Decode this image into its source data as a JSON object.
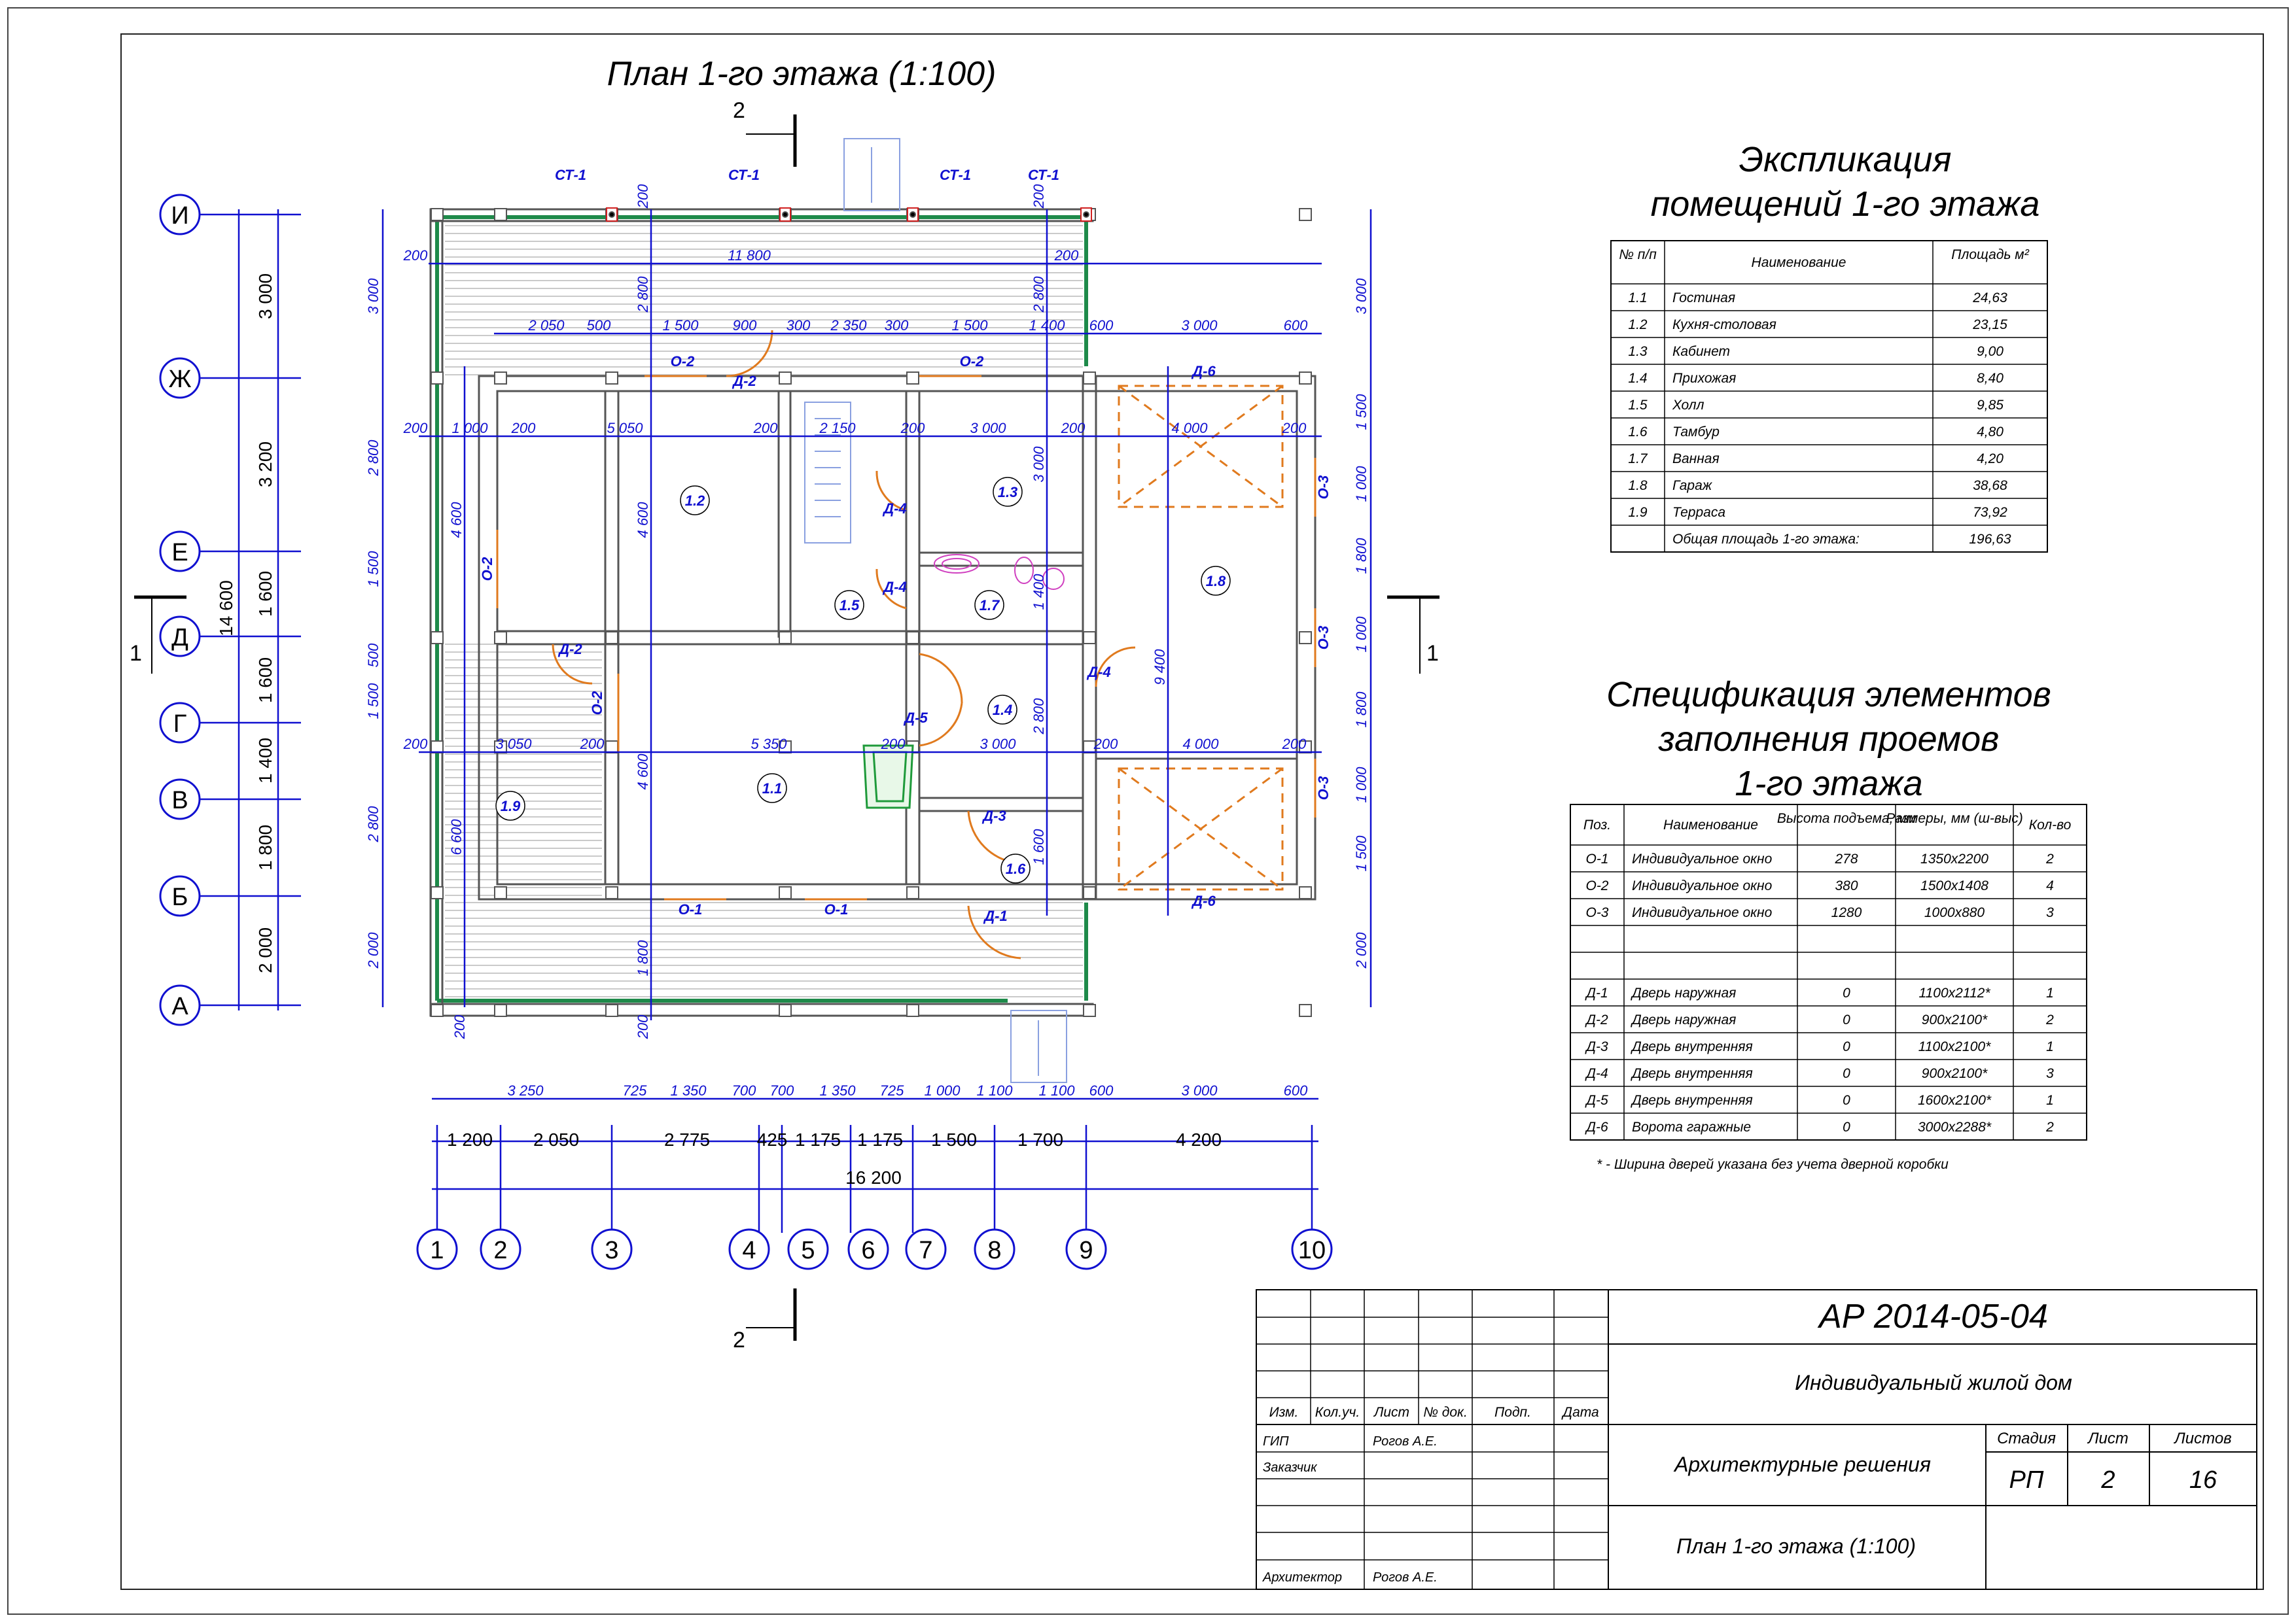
{
  "plan": {
    "title": "План 1-го этажа (1:100)",
    "section_marks": [
      "1",
      "1",
      "2",
      "2"
    ],
    "row_axes": [
      "И",
      "Ж",
      "Е",
      "Д",
      "Г",
      "В",
      "Б",
      "А"
    ],
    "col_axes": [
      "1",
      "2",
      "3",
      "4",
      "5",
      "6",
      "7",
      "8",
      "9",
      "10"
    ],
    "row_spacings": [
      "3 000",
      "3 200",
      "1 600",
      "1 600",
      "1 400",
      "1 800",
      "2 000"
    ],
    "total_height": "14 600",
    "overall_width": "16 200",
    "col_spacings": [
      "1 200",
      "2 050",
      "2 775",
      "425",
      "1 175",
      "1 175",
      "1 500",
      "1 700",
      "4 200"
    ],
    "opening_dims_bottom": [
      "3 250",
      "725",
      "1 350",
      "700",
      "700",
      "1 350",
      "725",
      "1 000",
      "1 100",
      "1 100",
      "600",
      "3 000",
      "600"
    ],
    "inner_dims": {
      "top_width": "11 800",
      "top_200_l": "200",
      "top_200_r": "200",
      "row2": [
        "2 050",
        "500",
        "1 500",
        "900",
        "300",
        "2 350",
        "300",
        "1 500",
        "1 400",
        "600",
        "3 000",
        "600"
      ],
      "row3": [
        "200",
        "1 000",
        "200",
        "5 050",
        "200",
        "2 150",
        "200",
        "3 000",
        "200",
        "4 000",
        "200"
      ],
      "row4": [
        "200",
        "3 050",
        "200",
        "5 350",
        "200",
        "3 000",
        "200",
        "4 000",
        "200"
      ],
      "vert_4600_a": "4 600",
      "vert_4600_b": "4 600",
      "vert_4600_c": "4 600",
      "vert_6600": "6 600",
      "vert_2800_a": "2 800",
      "vert_2800_b": "2 800",
      "vert_2800_c": "2 800",
      "vert_1800": "1 800",
      "vert_3000": "3 000",
      "vert_1400": "1 400",
      "vert_1600": "1 600",
      "vert_9400": "9 400",
      "v200": "200"
    },
    "left_outer_dims": [
      "3 000",
      "2 800",
      "1 500",
      "500",
      "1 500",
      "2 800",
      "2 000"
    ],
    "right_outer_dims": [
      "3 000",
      "1 500",
      "1 000",
      "1 800",
      "1 000",
      "1 800",
      "1 000",
      "1 500",
      "2 000"
    ],
    "room_labels": [
      "1.1",
      "1.2",
      "1.3",
      "1.4",
      "1.5",
      "1.6",
      "1.7",
      "1.8",
      "1.9"
    ],
    "opening_labels": {
      "st": "СТ-1",
      "o1": "О-1",
      "o2": "О-2",
      "o3": "О-3",
      "d1": "Д-1",
      "d2": "Д-2",
      "d3": "Д-3",
      "d4": "Д-4",
      "d5": "Д-5",
      "d6": "Д-6"
    }
  },
  "explication": {
    "title_line1": "Экспликация",
    "title_line2": "помещений 1-го этажа",
    "headers": [
      "№ п/п",
      "Наименование",
      "Площадь м²"
    ],
    "rows": [
      [
        "1.1",
        "Гостиная",
        "24,63"
      ],
      [
        "1.2",
        "Кухня-столовая",
        "23,15"
      ],
      [
        "1.3",
        "Кабинет",
        "9,00"
      ],
      [
        "1.4",
        "Прихожая",
        "8,40"
      ],
      [
        "1.5",
        "Холл",
        "9,85"
      ],
      [
        "1.6",
        "Тамбур",
        "4,80"
      ],
      [
        "1.7",
        "Ванная",
        "4,20"
      ],
      [
        "1.8",
        "Гараж",
        "38,68"
      ],
      [
        "1.9",
        "Терраса",
        "73,92"
      ]
    ],
    "total_label": "Общая площадь 1-го этажа:",
    "total_value": "196,63"
  },
  "spec": {
    "title_line1": "Спецификация элементов",
    "title_line2": "заполнения проемов",
    "title_line3": "1-го этажа",
    "headers": [
      "Поз.",
      "Наименование",
      "Высота подъема, мм",
      "Размеры, мм (ш-выс)",
      "Кол-во"
    ],
    "windows": [
      [
        "О-1",
        "Индивидуальное окно",
        "278",
        "1350х2200",
        "2"
      ],
      [
        "О-2",
        "Индивидуальное окно",
        "380",
        "1500х1408",
        "4"
      ],
      [
        "О-3",
        "Индивидуальное окно",
        "1280",
        "1000х880",
        "3"
      ]
    ],
    "doors": [
      [
        "Д-1",
        "Дверь наружная",
        "0",
        "1100х2112*",
        "1"
      ],
      [
        "Д-2",
        "Дверь наружная",
        "0",
        "900х2100*",
        "2"
      ],
      [
        "Д-3",
        "Дверь внутренняя",
        "0",
        "1100х2100*",
        "1"
      ],
      [
        "Д-4",
        "Дверь внутренняя",
        "0",
        "900х2100*",
        "3"
      ],
      [
        "Д-5",
        "Дверь внутренняя",
        "0",
        "1600х2100*",
        "1"
      ],
      [
        "Д-6",
        "Ворота гаражные",
        "0",
        "3000х2288*",
        "2"
      ]
    ],
    "footnote": "* - Ширина дверей указана без учета дверной коробки"
  },
  "title_block": {
    "code": "АР 2014-05-04",
    "object": "Индивидуальный жилой дом",
    "section": "Архитектурные решения",
    "sheet_name": "План 1-го этажа (1:100)",
    "col_headers": [
      "Изм.",
      "Кол.уч.",
      "Лист",
      "№ док.",
      "Подп.",
      "Дата"
    ],
    "roles": [
      "ГИП",
      "Заказчик",
      "Архитектор"
    ],
    "names": [
      "Рогов А.Е.",
      "Рогов А.Е."
    ],
    "stage_label": "Стадия",
    "sheet_label": "Лист",
    "sheets_label": "Листов",
    "stage": "РП",
    "sheet": "2",
    "sheets": "16"
  }
}
